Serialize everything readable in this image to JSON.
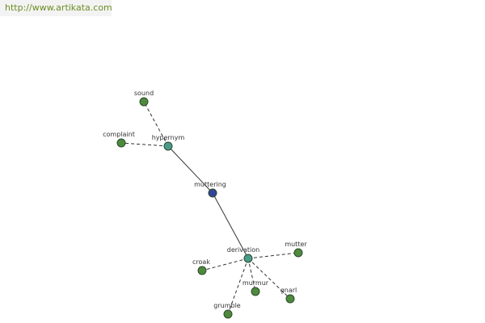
{
  "banner": {
    "url": "http://www.artikata.com"
  },
  "colors": {
    "word_node": "#4e8a3e",
    "relation_node": "#4a9a8a",
    "center_node": "#34449a",
    "node_stroke": "#2a4a2a",
    "edge": "#333333",
    "label": "#333333",
    "banner_bg": "#f3f3f3",
    "banner_text": "#6b8e23"
  },
  "graph": {
    "center": "muttering",
    "nodes": [
      {
        "id": "muttering",
        "label": "muttering",
        "kind": "center"
      },
      {
        "id": "hypernym",
        "label": "hypernym",
        "kind": "relation"
      },
      {
        "id": "derivation",
        "label": "derivation",
        "kind": "relation"
      },
      {
        "id": "sound",
        "label": "sound",
        "kind": "word"
      },
      {
        "id": "complaint",
        "label": "complaint",
        "kind": "word"
      },
      {
        "id": "croak",
        "label": "croak",
        "kind": "word"
      },
      {
        "id": "mutter",
        "label": "mutter",
        "kind": "word"
      },
      {
        "id": "murmur",
        "label": "murmur",
        "kind": "word"
      },
      {
        "id": "gnarl",
        "label": "gnarl",
        "kind": "word"
      },
      {
        "id": "grumble",
        "label": "grumble",
        "kind": "word"
      }
    ],
    "edges": [
      {
        "from": "muttering",
        "to": "hypernym",
        "style": "solid"
      },
      {
        "from": "muttering",
        "to": "derivation",
        "style": "solid"
      },
      {
        "from": "hypernym",
        "to": "sound",
        "style": "dashed"
      },
      {
        "from": "hypernym",
        "to": "complaint",
        "style": "dashed"
      },
      {
        "from": "derivation",
        "to": "croak",
        "style": "dashed"
      },
      {
        "from": "derivation",
        "to": "mutter",
        "style": "dashed"
      },
      {
        "from": "derivation",
        "to": "murmur",
        "style": "dashed"
      },
      {
        "from": "derivation",
        "to": "gnarl",
        "style": "dashed"
      },
      {
        "from": "derivation",
        "to": "grumble",
        "style": "dashed"
      }
    ]
  }
}
